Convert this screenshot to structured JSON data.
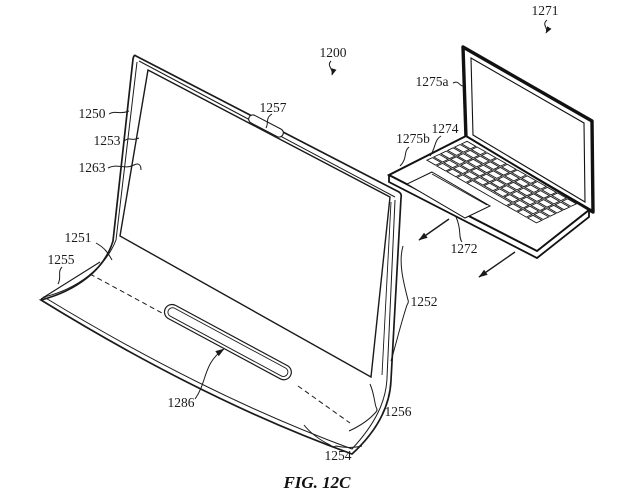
{
  "figure": {
    "caption": "FIG. 12C",
    "background": "#ffffff",
    "line_color": "#1a1a1a"
  },
  "labels": {
    "l1200": "1200",
    "l1250": "1250",
    "l1251": "1251",
    "l1252": "1252",
    "l1253": "1253",
    "l1254": "1254",
    "l1255": "1255",
    "l1256": "1256",
    "l1257": "1257",
    "l1263": "1263",
    "l1271": "1271",
    "l1272": "1272",
    "l1274": "1274",
    "l1275a": "1275a",
    "l1275b": "1275b",
    "l1286": "1286"
  }
}
